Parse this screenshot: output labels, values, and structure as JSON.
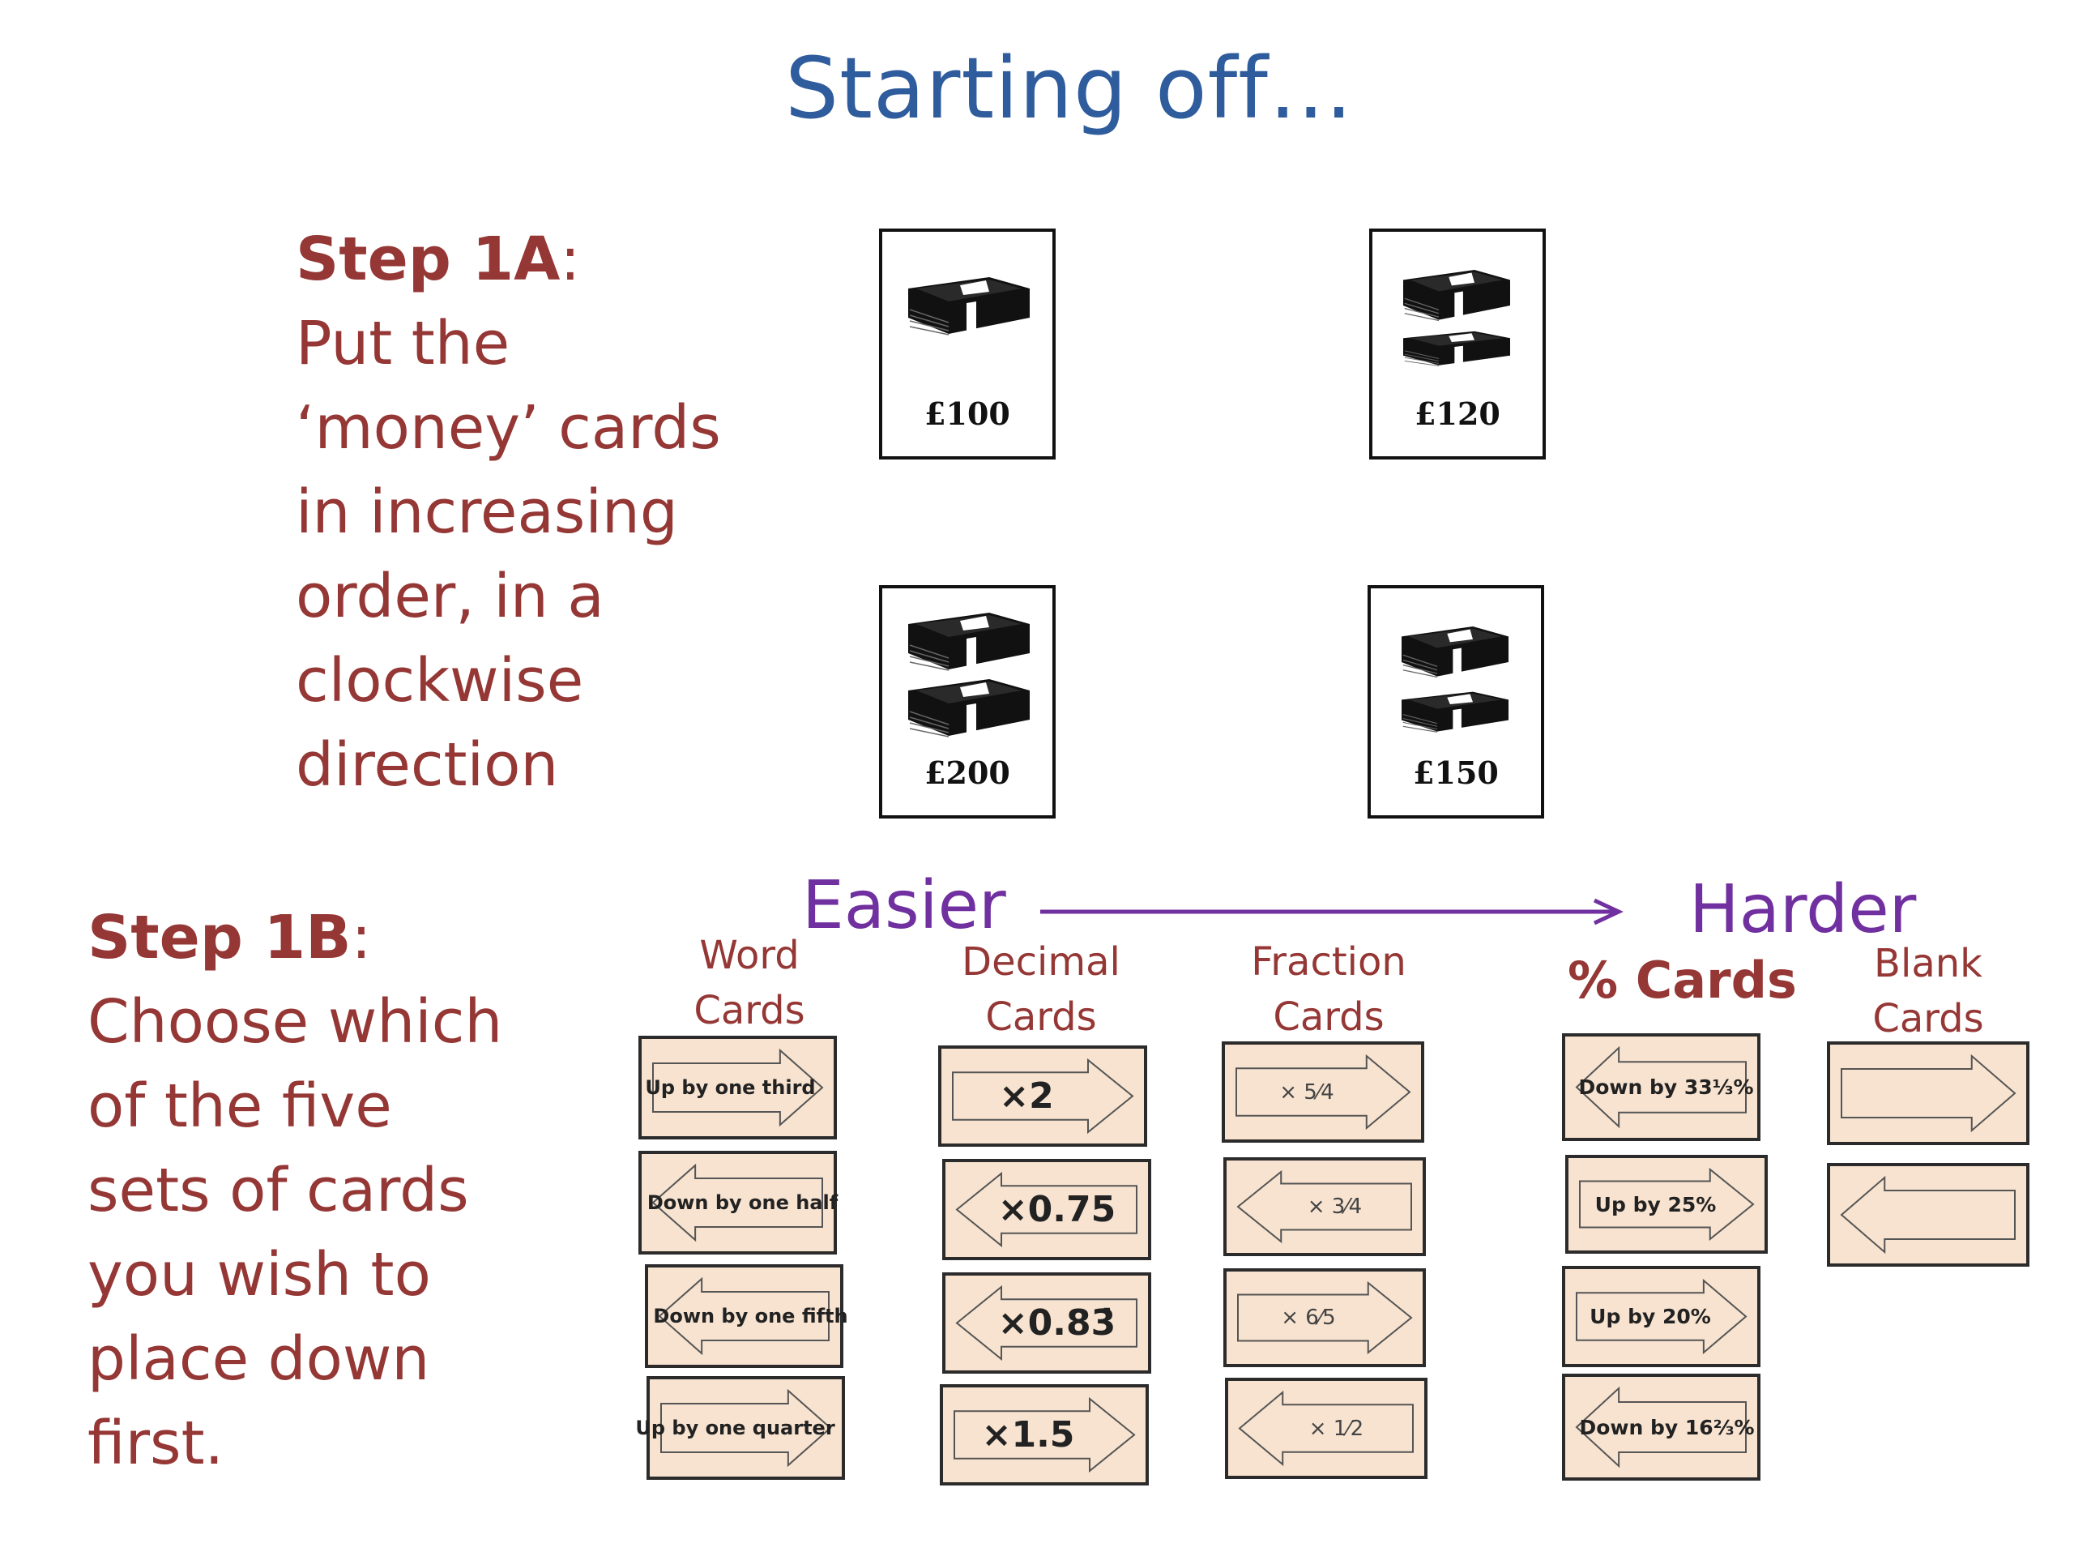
{
  "title": "Starting off…",
  "step1a": {
    "heading": "Step 1A",
    "colon": ":",
    "lines": [
      "Put the",
      "‘money’ cards",
      "in increasing",
      "order, in a",
      "clockwise",
      "direction"
    ]
  },
  "step1b": {
    "heading": "Step 1B",
    "colon": ":",
    "lines": [
      "Choose which",
      "of the five",
      "sets of cards",
      "you wish to",
      "place down",
      "first."
    ]
  },
  "money_cards": [
    "£100",
    "£120",
    "£200",
    "£150"
  ],
  "scale": {
    "easier": "Easier",
    "harder": "Harder",
    "arrow_color": "#7030a0"
  },
  "columns": {
    "word": {
      "label_line1": "Word",
      "label_line2": "Cards",
      "cards": [
        "Up by one third",
        "Down by one half",
        "Down by one fifth",
        "Up by one quarter"
      ]
    },
    "decimal": {
      "label_line1": "Decimal",
      "label_line2": "Cards",
      "cards": [
        "×2",
        "×0.75",
        "×0.83̇",
        "×1.5"
      ]
    },
    "fraction": {
      "label_line1": "Fraction",
      "label_line2": "Cards",
      "cards": [
        "× 5⁄4",
        "× 3⁄4",
        "× 6⁄5",
        "× 1⁄2"
      ]
    },
    "percent": {
      "label": "% Cards",
      "cards": [
        "Down by 33⅓%",
        "Up by 25%",
        "Up by 20%",
        "Down by 16⅔%"
      ]
    },
    "blank": {
      "label_line1": "Blank",
      "label_line2": "Cards"
    }
  },
  "colors": {
    "title": "#2e5c9c",
    "text": "#953735",
    "scale": "#7030a0",
    "card_fill": "#f7e3d0"
  }
}
